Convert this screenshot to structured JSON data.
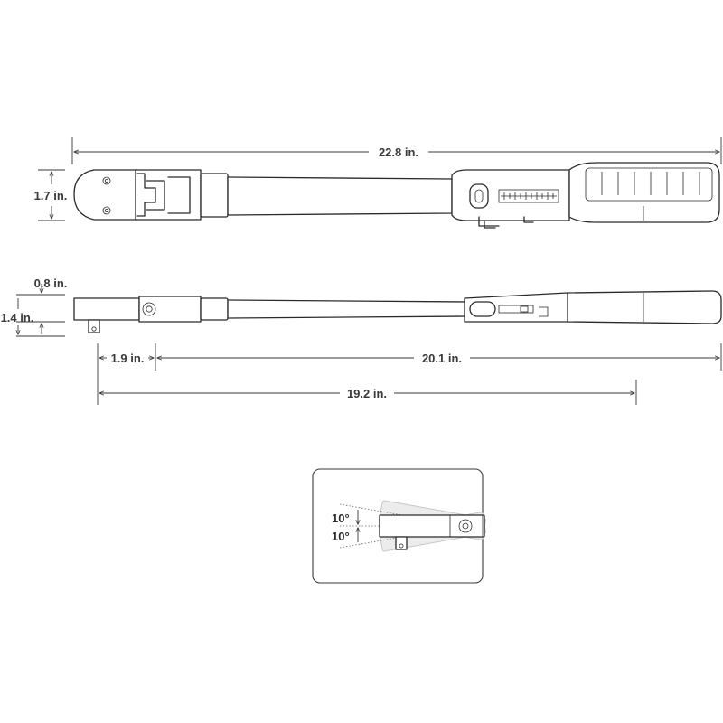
{
  "dimensions": {
    "overall_length": "22.8 in.",
    "head_height": "1.7 in.",
    "drive_height": "0.8 in.",
    "side_height": "1.4 in.",
    "drive_offset": "1.9 in.",
    "handle_length": "20.1 in.",
    "effective_length": "19.2 in."
  },
  "flex_angle": {
    "upper": "10°",
    "lower": "10°"
  },
  "colors": {
    "line": "#2a2a2a",
    "dimension": "#3a3a3a",
    "ghost": "#ececec"
  }
}
